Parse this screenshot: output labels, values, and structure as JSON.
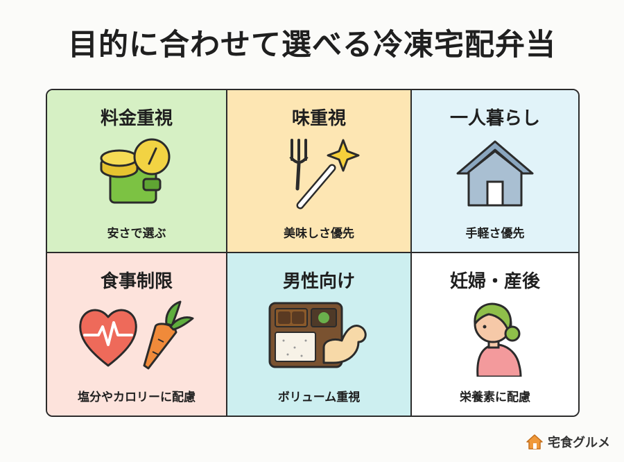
{
  "title": "目的に合わせて選べる冷凍宅配弁当",
  "cells": [
    {
      "title": "料金重視",
      "caption": "安さで選ぶ",
      "bg": "#d6f0c4",
      "icon": "coins-wallet-icon"
    },
    {
      "title": "味重視",
      "caption": "美味しさ優先",
      "bg": "#fde6b3",
      "icon": "fork-sparkle-icon"
    },
    {
      "title": "一人暮らし",
      "caption": "手軽さ優先",
      "bg": "#e1f3f9",
      "icon": "house-icon"
    },
    {
      "title": "食事制限",
      "caption": "塩分やカロリーに配慮",
      "bg": "#fde3dc",
      "icon": "heart-carrot-icon"
    },
    {
      "title": "男性向け",
      "caption": "ボリューム重視",
      "bg": "#cdeff0",
      "icon": "bento-muscle-icon"
    },
    {
      "title": "妊婦・産後",
      "caption": "栄養素に配慮",
      "bg": "#ffffff",
      "icon": "pregnant-woman-icon"
    }
  ],
  "brand": {
    "name": "宅食グルメ",
    "icon": "house-logo-icon",
    "color": "#f0993a"
  }
}
